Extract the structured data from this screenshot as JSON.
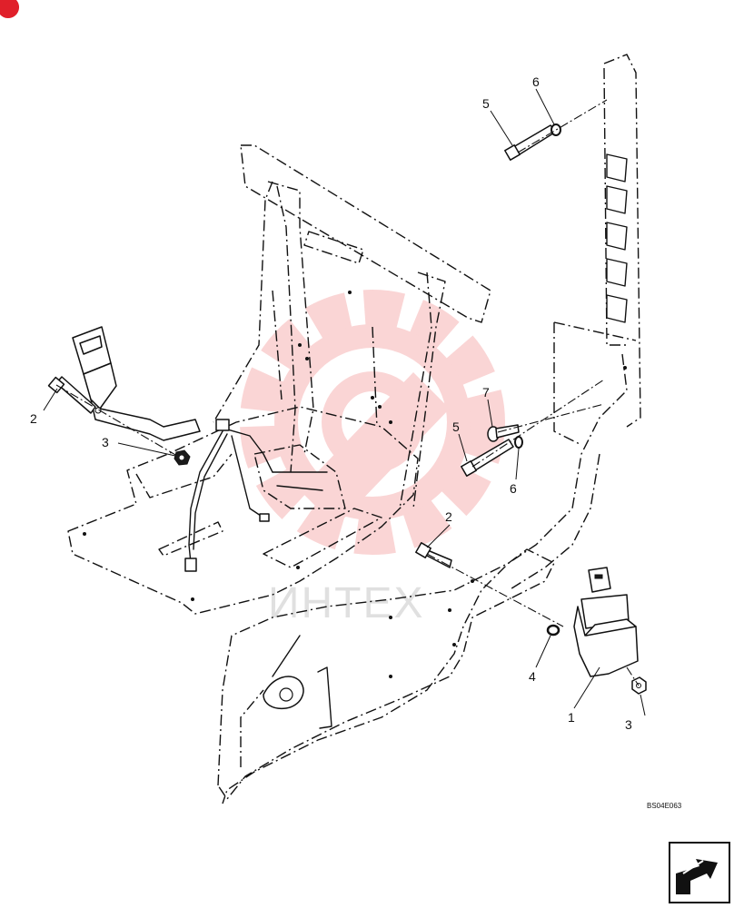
{
  "callouts": {
    "c1": "1",
    "c2_left": "2",
    "c2_mid": "2",
    "c3_left": "3",
    "c3_right": "3",
    "c4": "4",
    "c5_top": "5",
    "c5_mid": "5",
    "c6_top": "6",
    "c6_mid": "6",
    "c7": "7"
  },
  "drawing_code": "BS04E063",
  "watermark_text": "ИНТЕХ",
  "colors": {
    "watermark_gear": "#f6b3b3",
    "corner_badge": "#e0202a",
    "line": "#111111"
  },
  "icons": {
    "nav": "next-page-arrow-icon"
  }
}
